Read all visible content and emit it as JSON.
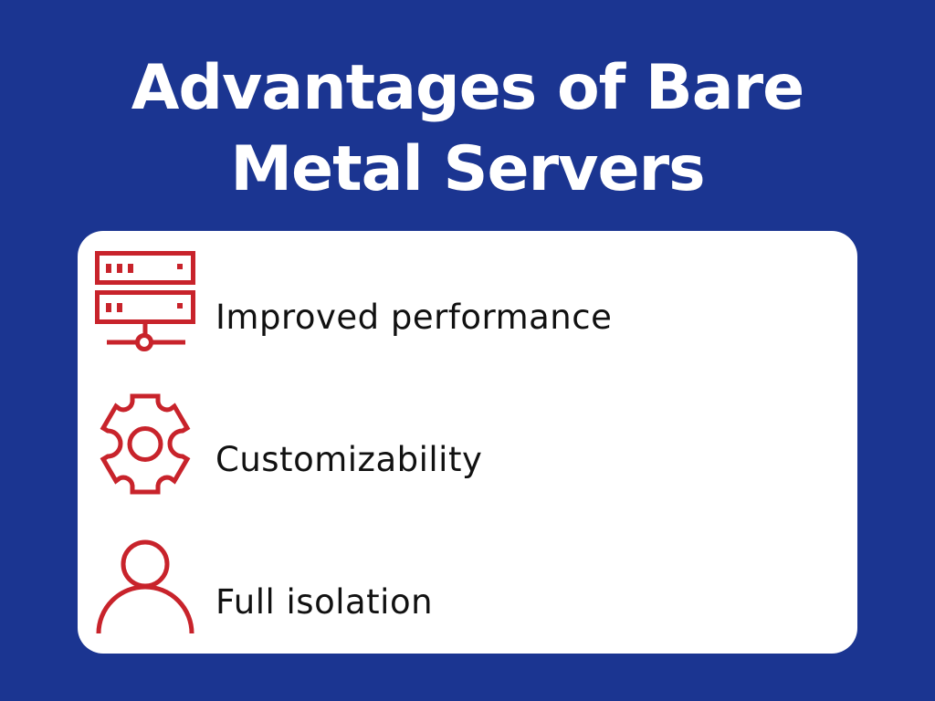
{
  "header": {
    "title_line_1": "Advantages of Bare",
    "title_line_2": "Metal Servers"
  },
  "card": {
    "items": [
      {
        "icon": "server-network-icon",
        "label": "Improved performance"
      },
      {
        "icon": "gear-icon",
        "label": "Customizability"
      },
      {
        "icon": "user-icon",
        "label": "Full isolation"
      }
    ]
  },
  "colors": {
    "background": "#1b3591",
    "card": "#ffffff",
    "icon_accent": "#c8232b",
    "title_text": "#ffffff",
    "item_text": "#111111"
  }
}
